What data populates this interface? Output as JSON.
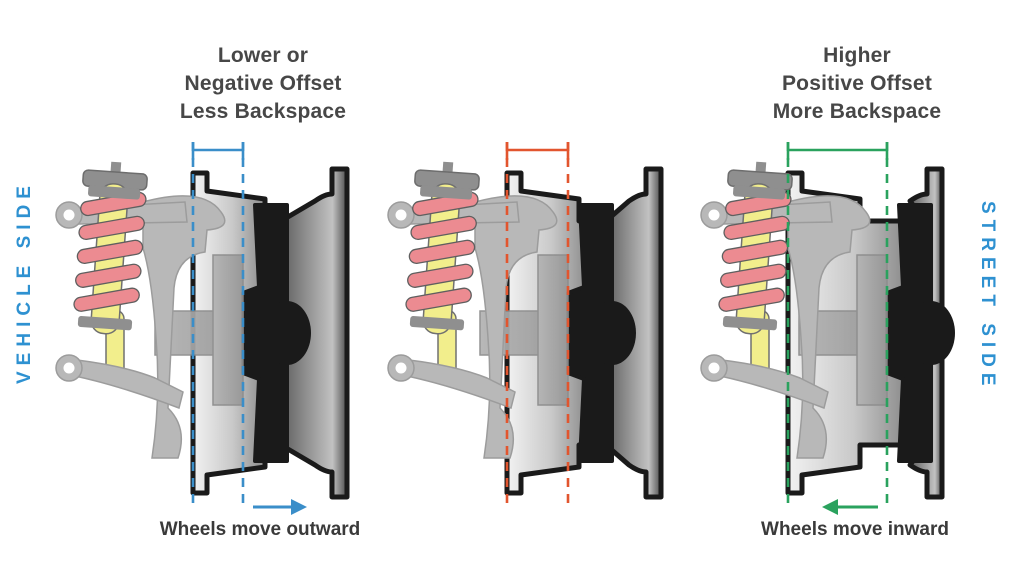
{
  "labels": {
    "vehicle_side": "VEHICLE SIDE",
    "street_side": "STREET SIDE"
  },
  "panels": [
    {
      "id": "negative-offset",
      "title": "Lower or\nNegative Offset\nLess Backspace",
      "caption": "Wheels move outward",
      "accent_color": "#3a8ec9",
      "arrow_direction": "right"
    },
    {
      "id": "zero-offset",
      "title": "",
      "caption": "",
      "accent_color": "#e2552e",
      "arrow_direction": ""
    },
    {
      "id": "positive-offset",
      "title": "Higher\nPositive Offset\nMore Backspace",
      "caption": "Wheels move inward",
      "accent_color": "#2aa25e",
      "arrow_direction": "left"
    }
  ],
  "colors": {
    "side_label_blue": "#2e91d1",
    "title_gray": "#474747",
    "caption_gray": "#3a3a3a",
    "wheel_outline_black": "#1a1a1a",
    "barrel_light_gray": "#f2f2f2",
    "barrel_mid_gray": "#8a8a8a",
    "barrel_dark_gray": "#4d4d4d",
    "rotor_gray": "#a6a6a6",
    "suspension_gray": "#b8b8b8",
    "mount_gray": "#8f8f8f",
    "spring_pink": "#ec8b91",
    "shock_yellow": "#f2ee8c"
  }
}
